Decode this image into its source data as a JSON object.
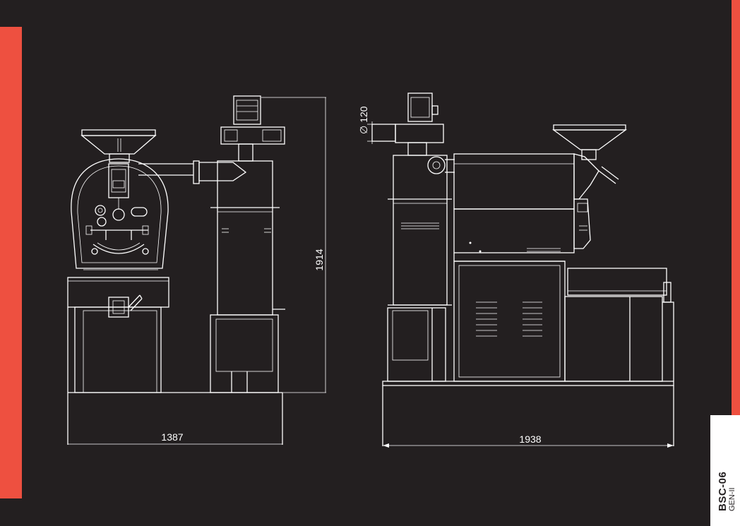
{
  "dimensions": {
    "front_width": "1387",
    "height": "1914",
    "side_width": "1938",
    "duct_diameter": "120",
    "diameter_symbol": "∅"
  },
  "model": {
    "name": "BSC-06",
    "generation": "GEN-II"
  },
  "colors": {
    "background": "#231f20",
    "accent": "#ee5040",
    "line": "#ffffff"
  }
}
